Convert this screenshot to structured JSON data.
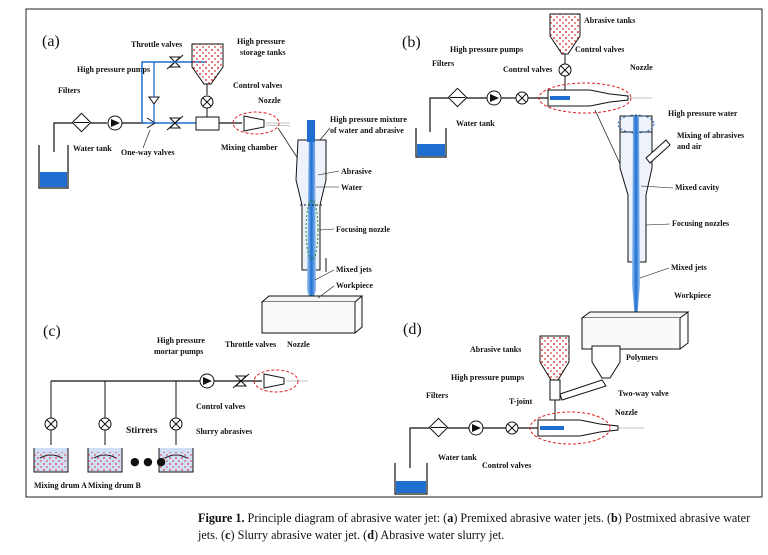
{
  "panels": {
    "a": {
      "tag": "(a)",
      "throttle_valves": "Throttle valves",
      "storage_tanks_l1": "High pressure",
      "storage_tanks_l2": "storage tanks",
      "pumps": "High pressure pumps",
      "filters": "Filters",
      "control_valves": "Control valves",
      "nozzle": "Nozzle",
      "mixture_l1": "High pressure mixture",
      "mixture_l2": "of water and abrasive",
      "water_tank": "Water tank",
      "one_way": "One-way valves",
      "mixing_chamber": "Mixing chamber",
      "abrasive": "Abrasive",
      "water": "Water",
      "focusing": "Focusing nozzle",
      "mixed_jets": "Mixed jets",
      "workpiece": "Workpiece"
    },
    "b": {
      "tag": "(b)",
      "abrasive_tanks": "Abrasive tanks",
      "pumps": "High pressure pumps",
      "filters": "Filters",
      "control_valves": "Control valves",
      "nozzle": "Nozzle",
      "water_tank": "Water tank",
      "hp_water": "High pressure water",
      "mixing_l1": "Mixing of abrasives",
      "mixing_l2": "and air",
      "mixed_cavity": "Mixed cavity",
      "focusing": "Focusing nozzles",
      "mixed_jets": "Mixed jets",
      "workpiece": "Workpiece"
    },
    "c": {
      "tag": "(c)",
      "pumps_l1": "High pressure",
      "pumps_l2": "mortar pumps",
      "throttle": "Throttle valves",
      "nozzle": "Nozzle",
      "stirrers": "Stirrers",
      "control_valves": "Control valves",
      "slurry": "Slurry abrasives",
      "drum_a": "Mixing drum A",
      "drum_b": "Mixing drum B",
      "dots": "● ● ●"
    },
    "d": {
      "tag": "(d)",
      "abrasive_tanks": "Abrasive tanks",
      "polymers": "Polymers",
      "pumps": "High pressure pumps",
      "filters": "Filters",
      "t_joint": "T-joint",
      "two_way": "Two-way valve",
      "nozzle": "Nozzle",
      "water_tank": "Water tank",
      "control_valves": "Control valves"
    }
  },
  "caption": {
    "fig": "Figure 1.",
    "t1": " Principle diagram of abrasive water jet: (",
    "a": "a",
    "t2": ") Premixed abrasive water jets. (",
    "b": "b",
    "t3": ") Postmixed abrasive water jets. (",
    "c": "c",
    "t4": ") Slurry abrasive water jet. (",
    "d": "d",
    "t5": ") Abrasive water slurry jet."
  },
  "colors": {
    "water": "#1f6fd1",
    "abrasive": "#e03a3a",
    "highlight": "#e02020"
  }
}
